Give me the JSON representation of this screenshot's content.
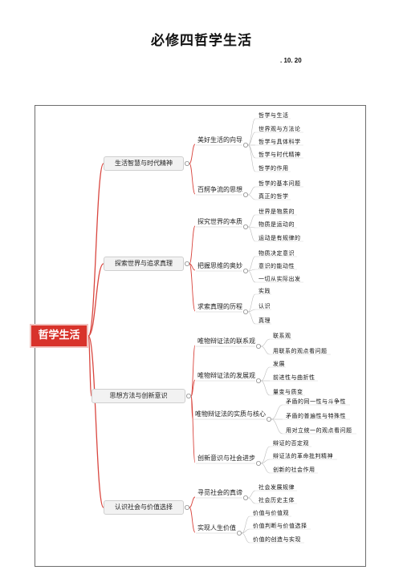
{
  "header": {
    "title": "必修四哲学生活",
    "date": ". 10. 20"
  },
  "root": {
    "label": "哲学生活"
  },
  "units": [
    {
      "label": "生活智慧与时代精神",
      "lessons": [
        {
          "label": "美好生活的向导",
          "points": [
            "哲学与生活",
            "世界观与方法论",
            "哲学与具体科学",
            "哲学与时代精神",
            "哲学的作用"
          ]
        },
        {
          "label": "百舸争流的思想",
          "points": [
            "哲学的基本问题",
            "真正的哲学"
          ]
        }
      ]
    },
    {
      "label": "探索世界与追求真理",
      "lessons": [
        {
          "label": "探究世界的本质",
          "points": [
            "世界是物质的",
            "物质是运动的",
            "运动是有规律的"
          ]
        },
        {
          "label": "把握思维的奥妙",
          "points": [
            "物质决定意识",
            "意识的能动性",
            "一切从实际出发"
          ]
        },
        {
          "label": "求索真理的历程",
          "points": [
            "实践",
            "认识",
            "真理"
          ]
        }
      ]
    },
    {
      "label": "思想方法与创新意识",
      "lessons": [
        {
          "label": "唯物辩证法的联系观",
          "points": [
            "联系观",
            "用联系的观点看问题"
          ]
        },
        {
          "label": "唯物辩证法的发展观",
          "points": [
            "发展",
            "前进性与曲折性",
            "量变与质变"
          ]
        },
        {
          "label": "唯物辩证法的实质与核心",
          "points": [
            "矛盾的同一性与斗争性",
            "矛盾的普遍性与特殊性",
            "用对立统一的观点看问题"
          ]
        },
        {
          "label": "创新意识与社会进步",
          "points": [
            "辩证的否定观",
            "辩证法的革命批判精神",
            "创新的社会作用"
          ]
        }
      ]
    },
    {
      "label": "认识社会与价值选择",
      "lessons": [
        {
          "label": "寻觅社会的真谛",
          "points": [
            "社会发展规律",
            "社会历史主体"
          ]
        },
        {
          "label": "实现人生价值",
          "points": [
            "价值与价值观",
            "价值判断与价值选择",
            "价值的创造与实现"
          ]
        }
      ]
    }
  ]
}
